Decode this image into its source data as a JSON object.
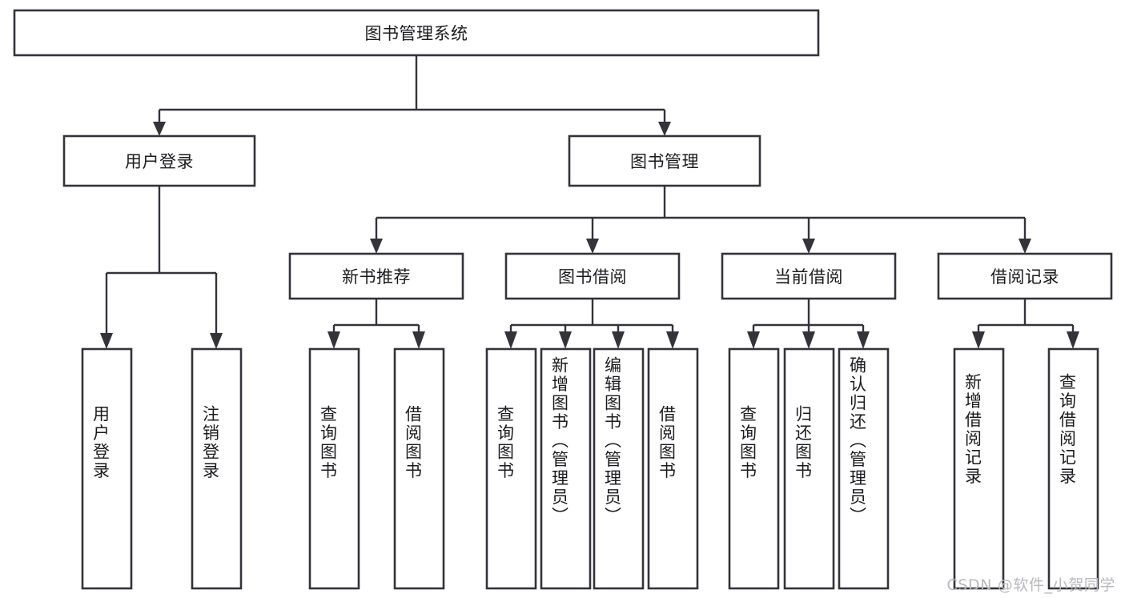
{
  "diagram": {
    "title": "图书管理系统",
    "watermark": "CSDN @软件_小贺同学",
    "colors": {
      "stroke": "#33333a",
      "fill": "#ffffff",
      "text": "#1b1b1f",
      "watermark": "#b9b9bd"
    },
    "root": {
      "label": "图书管理系统"
    },
    "level2": [
      {
        "label": "用户登录"
      },
      {
        "label": "图书管理"
      }
    ],
    "level3": [
      {
        "label": "新书推荐"
      },
      {
        "label": "图书借阅"
      },
      {
        "label": "当前借阅"
      },
      {
        "label": "借阅记录"
      }
    ],
    "leaves": {
      "user_login": [
        {
          "label": "用户登录"
        },
        {
          "label": "注销登录"
        }
      ],
      "new_book_recommend": [
        {
          "label": "查询图书"
        },
        {
          "label": "借阅图书"
        }
      ],
      "book_borrow": [
        {
          "label": "查询图书"
        },
        {
          "label": "新增图书（管理员）"
        },
        {
          "label": "编辑图书（管理员）"
        },
        {
          "label": "借阅图书"
        }
      ],
      "current_borrow": [
        {
          "label": "查询图书"
        },
        {
          "label": "归还图书"
        },
        {
          "label": "确认归还（管理员）"
        }
      ],
      "borrow_record": [
        {
          "label": "新增借阅记录"
        },
        {
          "label": "查询借阅记录"
        }
      ]
    }
  }
}
